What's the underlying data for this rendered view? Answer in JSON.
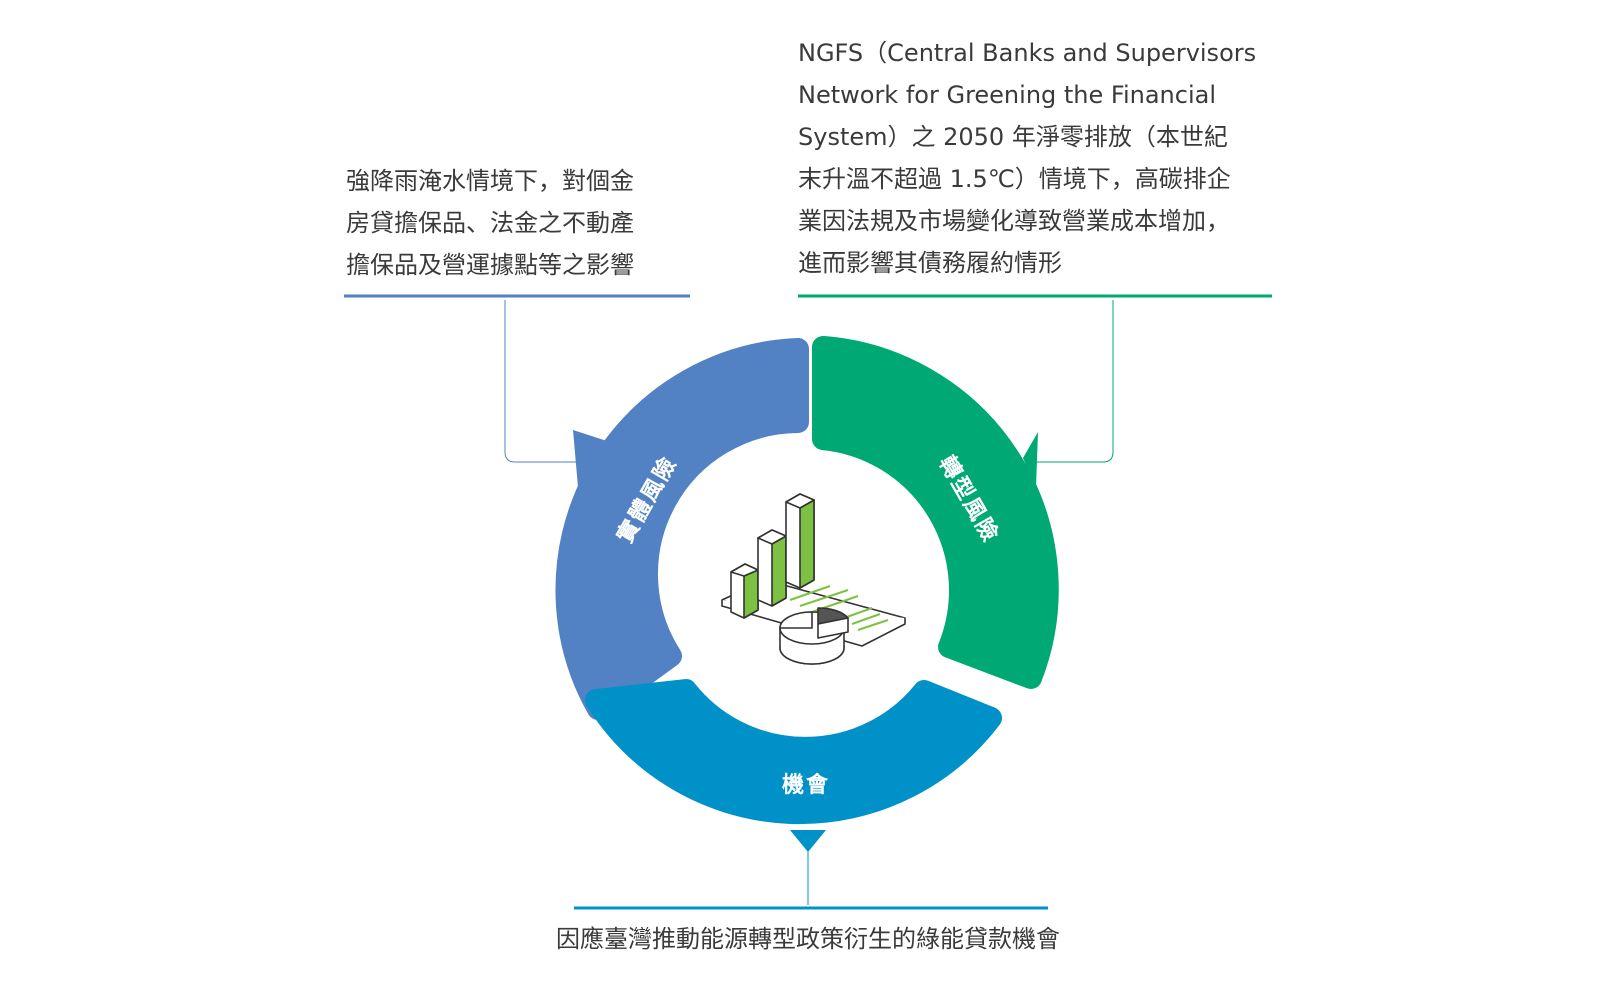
{
  "colors": {
    "physical": "#5282c3",
    "transition": "#00a873",
    "opportunity": "#0091c8",
    "accent_green": "#7dc142",
    "text": "#3a3a3a"
  },
  "segments": {
    "physical": {
      "label": "實體風險"
    },
    "transition": {
      "label": "轉型風險"
    },
    "opportunity": {
      "label": "機會"
    }
  },
  "descriptions": {
    "physical": [
      "強降雨淹水情境下，對個金",
      "房貸擔保品、法金之不動產",
      "擔保品及營運據點等之影響"
    ],
    "transition": [
      "NGFS（Central Banks and Supervisors",
      "Network for Greening the Financial",
      "System）之 2050 年淨零排放（本世紀",
      "末升溫不超過 1.5℃）情境下，高碳排企",
      "業因法規及市場變化導致營業成本增加，",
      "進而影響其債務履約情形"
    ],
    "opportunity": "因應臺灣推動能源轉型政策衍生的綠能貸款機會"
  },
  "center_icon": "bar-chart-pie-report-icon"
}
